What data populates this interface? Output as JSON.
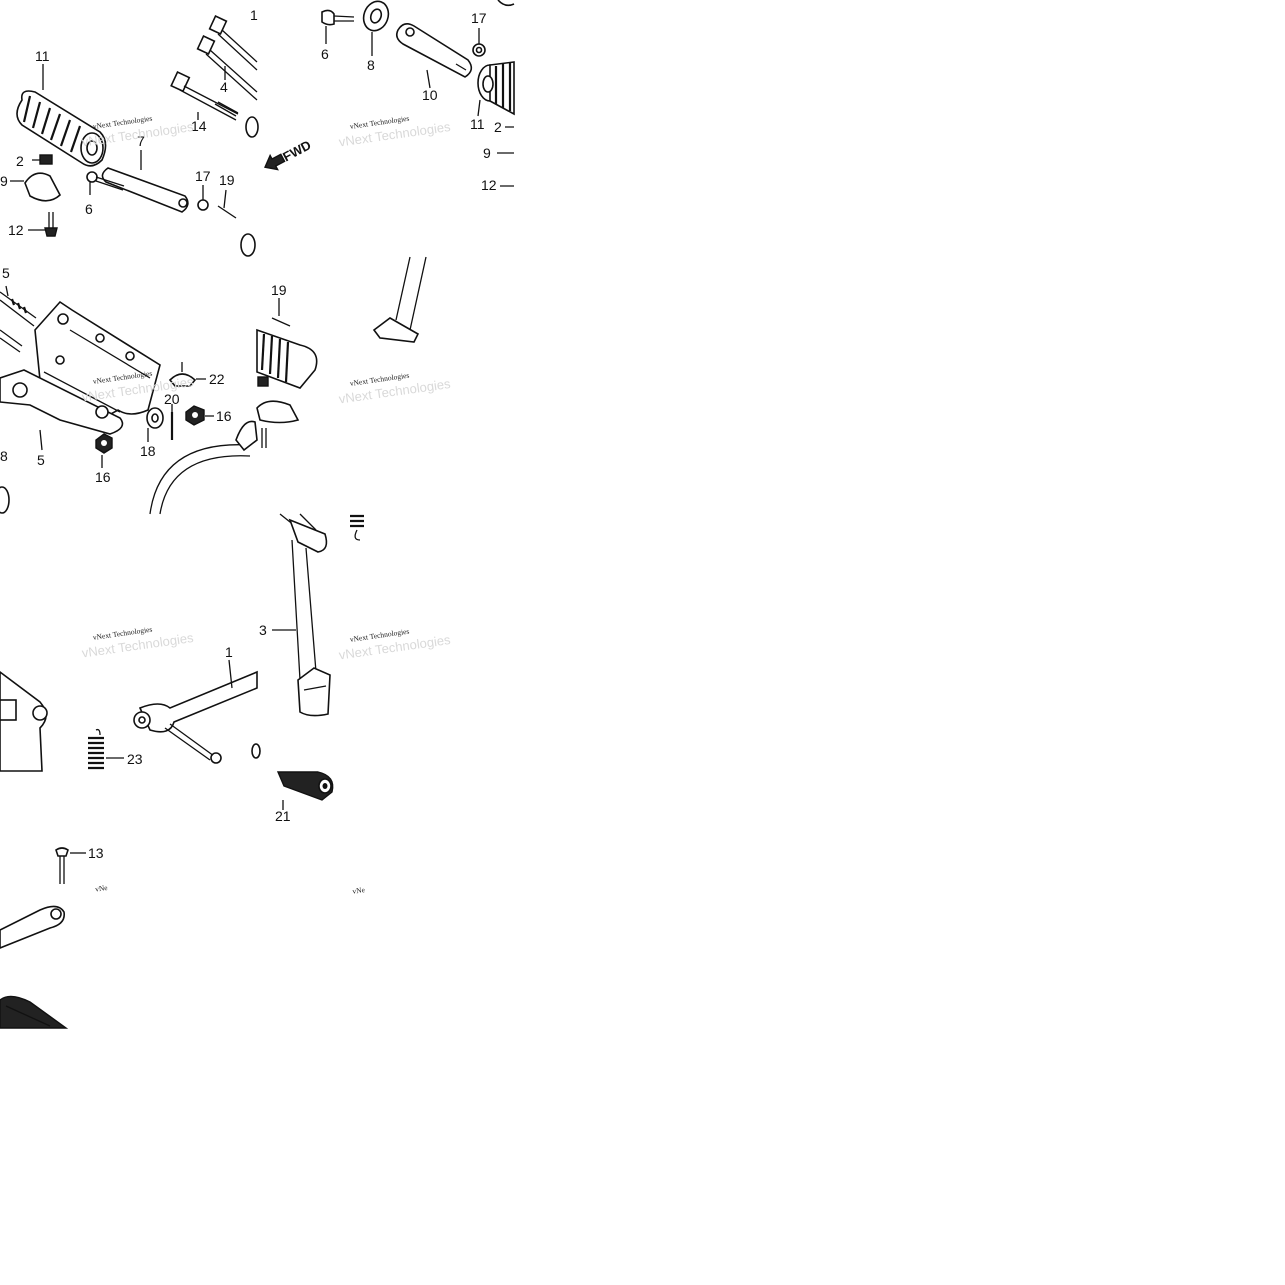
{
  "diagram": {
    "callouts": [
      {
        "id": "c-11a",
        "text": "11"
      },
      {
        "id": "c-1a",
        "text": "1"
      },
      {
        "id": "c-4",
        "text": "4"
      },
      {
        "id": "c-14",
        "text": "14"
      },
      {
        "id": "c-7",
        "text": "7"
      },
      {
        "id": "c-2a",
        "text": "2"
      },
      {
        "id": "c-9a",
        "text": "9"
      },
      {
        "id": "c-6a",
        "text": "6"
      },
      {
        "id": "c-17a",
        "text": "17"
      },
      {
        "id": "c-19a",
        "text": "19"
      },
      {
        "id": "c-12a",
        "text": "12"
      },
      {
        "id": "c-6b",
        "text": "6"
      },
      {
        "id": "c-8a",
        "text": "8"
      },
      {
        "id": "c-17b",
        "text": "17"
      },
      {
        "id": "c-10",
        "text": "10"
      },
      {
        "id": "c-11b",
        "text": "11"
      },
      {
        "id": "c-2b",
        "text": "2"
      },
      {
        "id": "c-9b",
        "text": "9"
      },
      {
        "id": "c-12b",
        "text": "12"
      },
      {
        "id": "c-5a",
        "text": "5"
      },
      {
        "id": "c-22",
        "text": "22"
      },
      {
        "id": "c-20",
        "text": "20"
      },
      {
        "id": "c-16a",
        "text": "16"
      },
      {
        "id": "c-18",
        "text": "18"
      },
      {
        "id": "c-5b",
        "text": "5"
      },
      {
        "id": "c-16b",
        "text": "16"
      },
      {
        "id": "c-8b",
        "text": "8"
      },
      {
        "id": "c-19b",
        "text": "19"
      },
      {
        "id": "c-1b",
        "text": "1"
      },
      {
        "id": "c-23",
        "text": "23"
      },
      {
        "id": "c-3",
        "text": "3"
      },
      {
        "id": "c-21",
        "text": "21"
      },
      {
        "id": "c-13",
        "text": "13"
      }
    ],
    "direction_label": "FWD",
    "watermark": "vNext Technologies",
    "watermark_cut": "vNe"
  }
}
